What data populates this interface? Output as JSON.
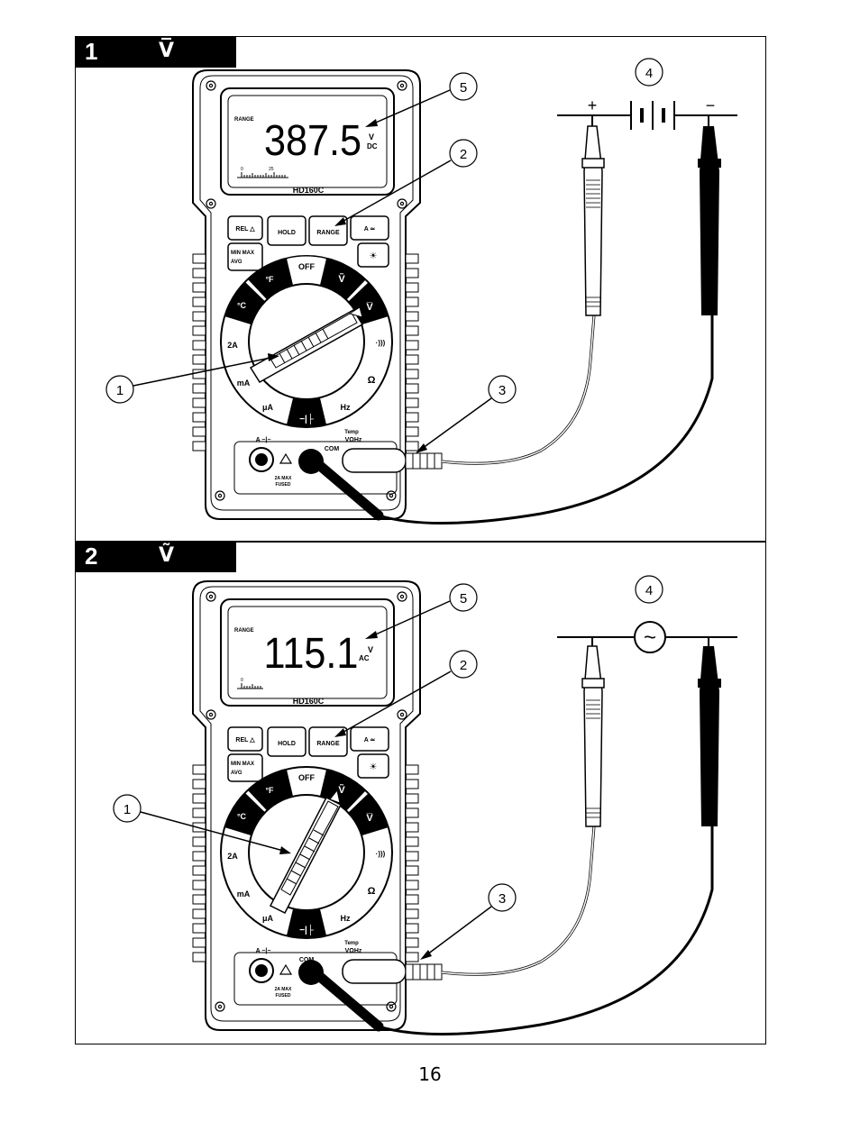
{
  "page_number": "16",
  "panels": [
    {
      "step": "1",
      "mode_symbol": "V̅",
      "display_prefix": "RANGE",
      "reading": "387.5",
      "unit_top": "V",
      "unit_bottom": "DC",
      "bargraph_ticks": [
        "0",
        "25"
      ],
      "source_symbol": "battery",
      "polarity_plus": "+",
      "polarity_minus": "−"
    },
    {
      "step": "2",
      "mode_symbol": "Ṽ",
      "display_prefix": "RANGE",
      "reading": "115.1",
      "unit_top": "V",
      "unit_bottom": "AC",
      "bargraph_ticks": [
        "0"
      ],
      "source_symbol": "ac",
      "source_glyph": "~"
    }
  ],
  "meter": {
    "model": "HD160C",
    "buttons": {
      "rel": "REL △",
      "hold": "HOLD",
      "range": "RANGE",
      "a_ac": "A ≃",
      "minmax": "MIN MAX",
      "avg": "AVG",
      "backlight": "☀"
    },
    "dial": {
      "off": "OFF",
      "f": "°F",
      "c": "°C",
      "v_ac": "Ṽ",
      "v_dc": "V̅",
      "continuity": "·)))",
      "ohm": "Ω",
      "hz": "Hz",
      "cap": "−|├",
      "ua": "μA",
      "ma": "mA",
      "a2": "2A"
    },
    "jacks": {
      "a_cap": "A −|−",
      "com": "COM",
      "temp": "Temp",
      "vohm": "VΩHz",
      "fuse_1": "2A MAX",
      "fuse_2": "FUSED"
    }
  },
  "callouts": [
    "1",
    "2",
    "3",
    "4",
    "5"
  ]
}
